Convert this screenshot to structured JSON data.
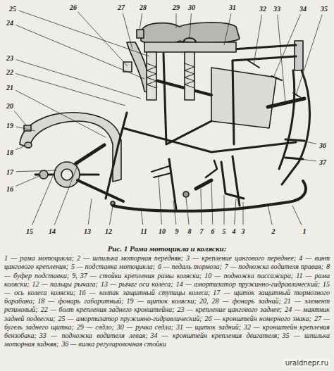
{
  "diagram": {
    "title": "Рис. 1 Рама мотоцикла и коляски:",
    "labels": [
      "1",
      "2",
      "3",
      "4",
      "5",
      "6",
      "7",
      "8",
      "9",
      "10",
      "11",
      "12",
      "13",
      "14",
      "15",
      "16",
      "17",
      "18",
      "19",
      "20",
      "21",
      "22",
      "23",
      "24",
      "25",
      "26",
      "27",
      "28",
      "29",
      "30",
      "31",
      "32",
      "33",
      "34",
      "35",
      "36",
      "37",
      "1 — рама мотоцикла;",
      "2 — шпилька моторная передняя;",
      "3 — крепление цангового переднее;",
      "4 — винт цангового крепления;",
      "5 — подставка мотоцикла;",
      "6 — педаль тормоза;",
      "7 — подножка водителя правая;",
      "8 — буфер подставки;",
      "9, 37 — стойки крепления рамы коляски;",
      "10 — подножка пассажира;",
      "11 — рама коляски;",
      "12 — пальцы рычага;",
      "13 — рычаг оси колеса;",
      "14 — амортизатор пружинно-гидравлический;",
      "15 — ось колеса коляски;",
      "16 — колпак защитный ступицы колеса;",
      "17 — щиток защитный тормозного барабана;",
      "18 — фонарь габаритный;",
      "19 — щиток коляски;",
      "20, 28 — фонарь задний;",
      "21 — элемент резиновый;",
      "22 — болт крепления заднего кронштейна;",
      "23 — крепление цангового заднее;",
      "24 — маятник задней подвески;",
      "25 — амортизатор пружинно-гидравлический;",
      "26 — кронштейн номерного знака;",
      "27 — бугель заднего щитка;",
      "29 — седло;",
      "30 — ручка седла;",
      "31 — щиток задний;",
      "32 — кронштейн крепления бензобака;",
      "33 — подножка водителя левая;",
      "34 — кронштейн крепления двигателя;",
      "35 — шпилька моторная задняя;",
      "36 — вилка регулировочная стойки",
      "uraldnepr.ru"
    ]
  }
}
